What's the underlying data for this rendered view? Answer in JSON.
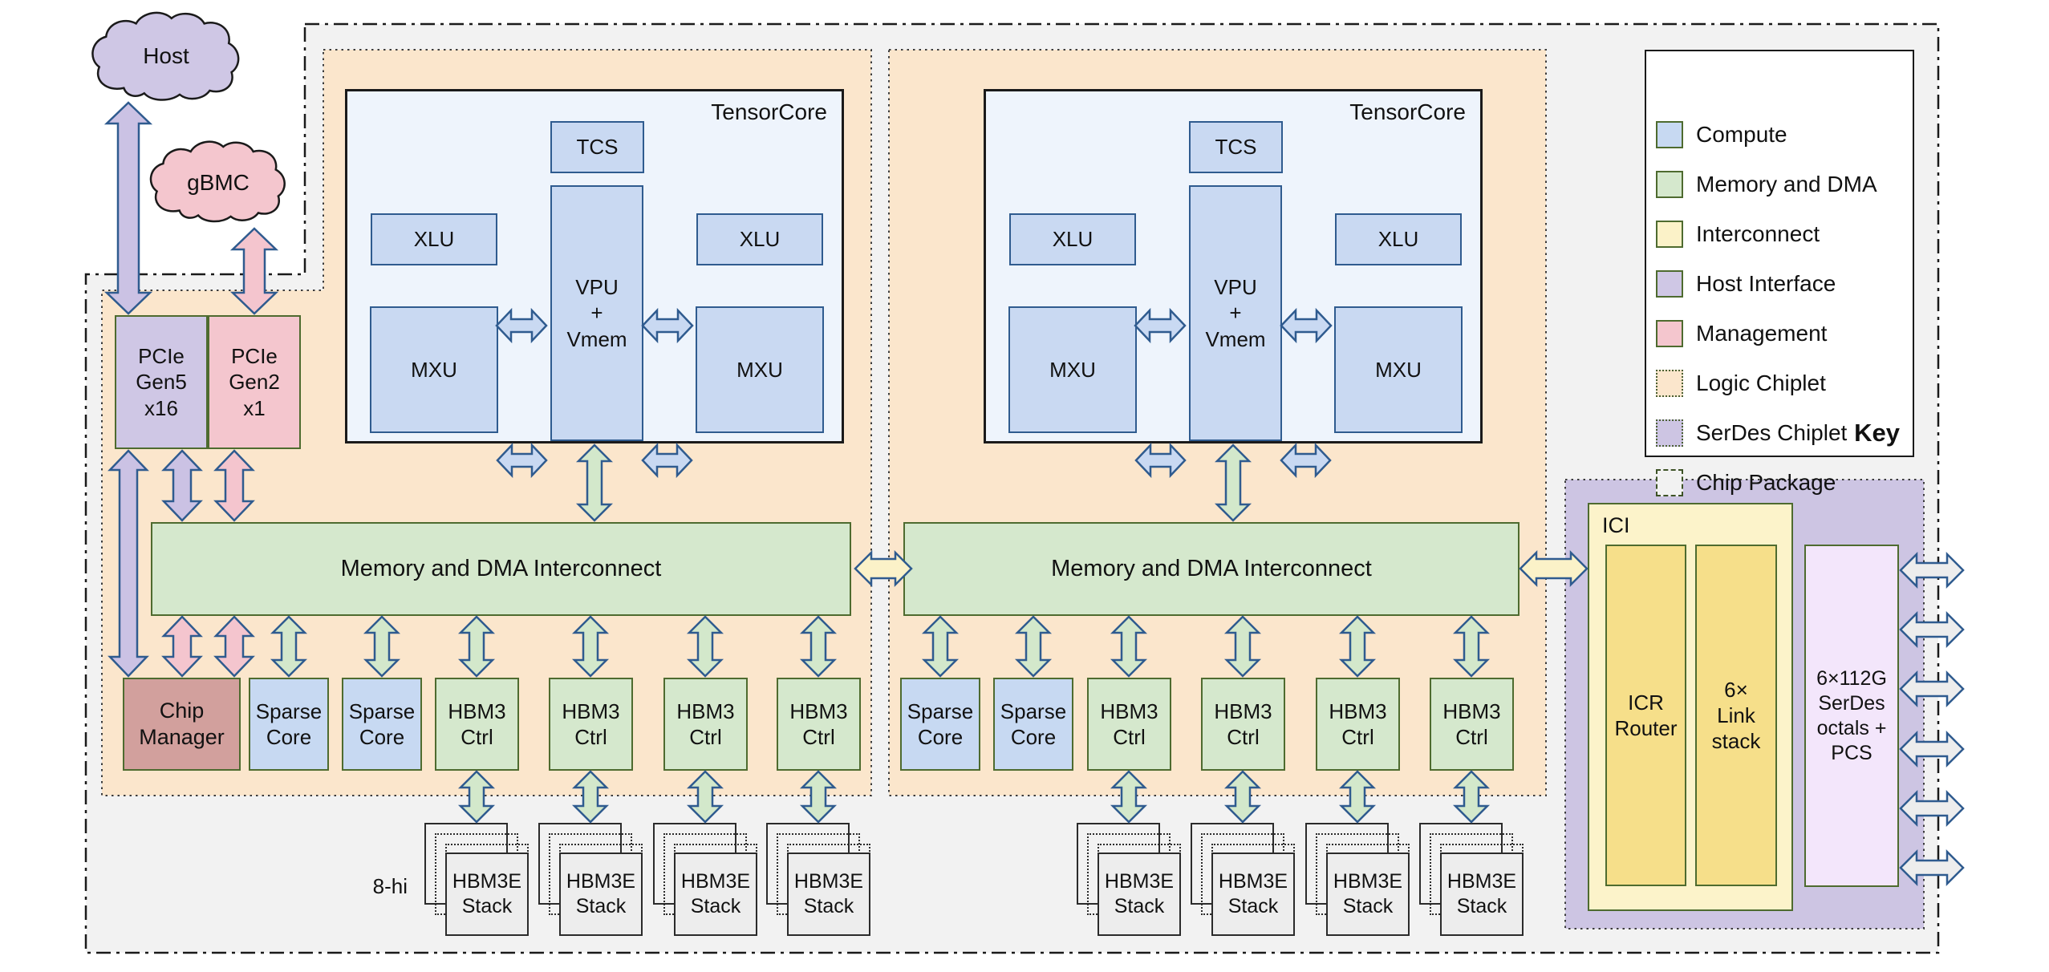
{
  "clouds": {
    "host": "Host",
    "gbmc": "gBMC"
  },
  "host_interface": {
    "pcie_gen5": [
      "PCIe",
      "Gen5",
      "x16"
    ],
    "pcie_gen2": [
      "PCIe",
      "Gen2",
      "x1"
    ]
  },
  "management": {
    "chip_manager": [
      "Chip",
      "Manager"
    ]
  },
  "tensorcore": {
    "title": "TensorCore",
    "tcs": "TCS",
    "vpu": [
      "VPU",
      "+",
      "Vmem"
    ],
    "xlu": "XLU",
    "mxu": "MXU"
  },
  "interconnect": {
    "memory_dma_label": "Memory and DMA Interconnect",
    "ici_title": "ICI",
    "icr_router": [
      "ICR",
      "Router"
    ],
    "link_stack": [
      "6×",
      "Link",
      "stack"
    ]
  },
  "memory": {
    "sparse_core": [
      "Sparse",
      "Core"
    ],
    "hbm3_ctrl": [
      "HBM3",
      "Ctrl"
    ],
    "hbm3e_stack": [
      "HBM3E",
      "Stack"
    ],
    "stack_note": "8-hi"
  },
  "serdes": {
    "octals": [
      "6×112G",
      "SerDes",
      "octals +",
      "PCS"
    ]
  },
  "key": {
    "title": "Key",
    "items": [
      {
        "label": "Compute"
      },
      {
        "label": "Memory and DMA"
      },
      {
        "label": "Interconnect"
      },
      {
        "label": "Host Interface"
      },
      {
        "label": "Management"
      },
      {
        "label": "Logic Chiplet"
      },
      {
        "label": "SerDes Chiplet"
      },
      {
        "label": "Chip Package"
      }
    ]
  },
  "colors": {
    "compute_fill": "#c9d9f2",
    "compute_row_fill": "#c7d9f2",
    "memory_fill": "#d5e8cd",
    "interconnect_outer_fill": "#fcf3ca",
    "interconnect_inner_fill": "#f6df8a",
    "host_interface_fill": "#cfc7e5",
    "management_fill": "#f4c6ce",
    "chip_manager_fill": "#d2a09d",
    "logic_chiplet_fill": "#fbe6cc",
    "serdes_chiplet_fill": "#cdc5e3",
    "serdes_box_fill": "#f3e6fb",
    "chip_package_fill": "#f2f2f2",
    "tensorcore_bg": "#eef4fc",
    "stack_fill": "#ededed",
    "arrow_stroke": "#2f5b8f",
    "arrow_purple": "#cbc2e4",
    "arrow_pink": "#f4c5ce",
    "arrow_green": "#d3e8cb",
    "arrow_blue": "#c9d9f2",
    "arrow_yellow": "#fbf2c8",
    "arrow_grey": "#ededed"
  }
}
